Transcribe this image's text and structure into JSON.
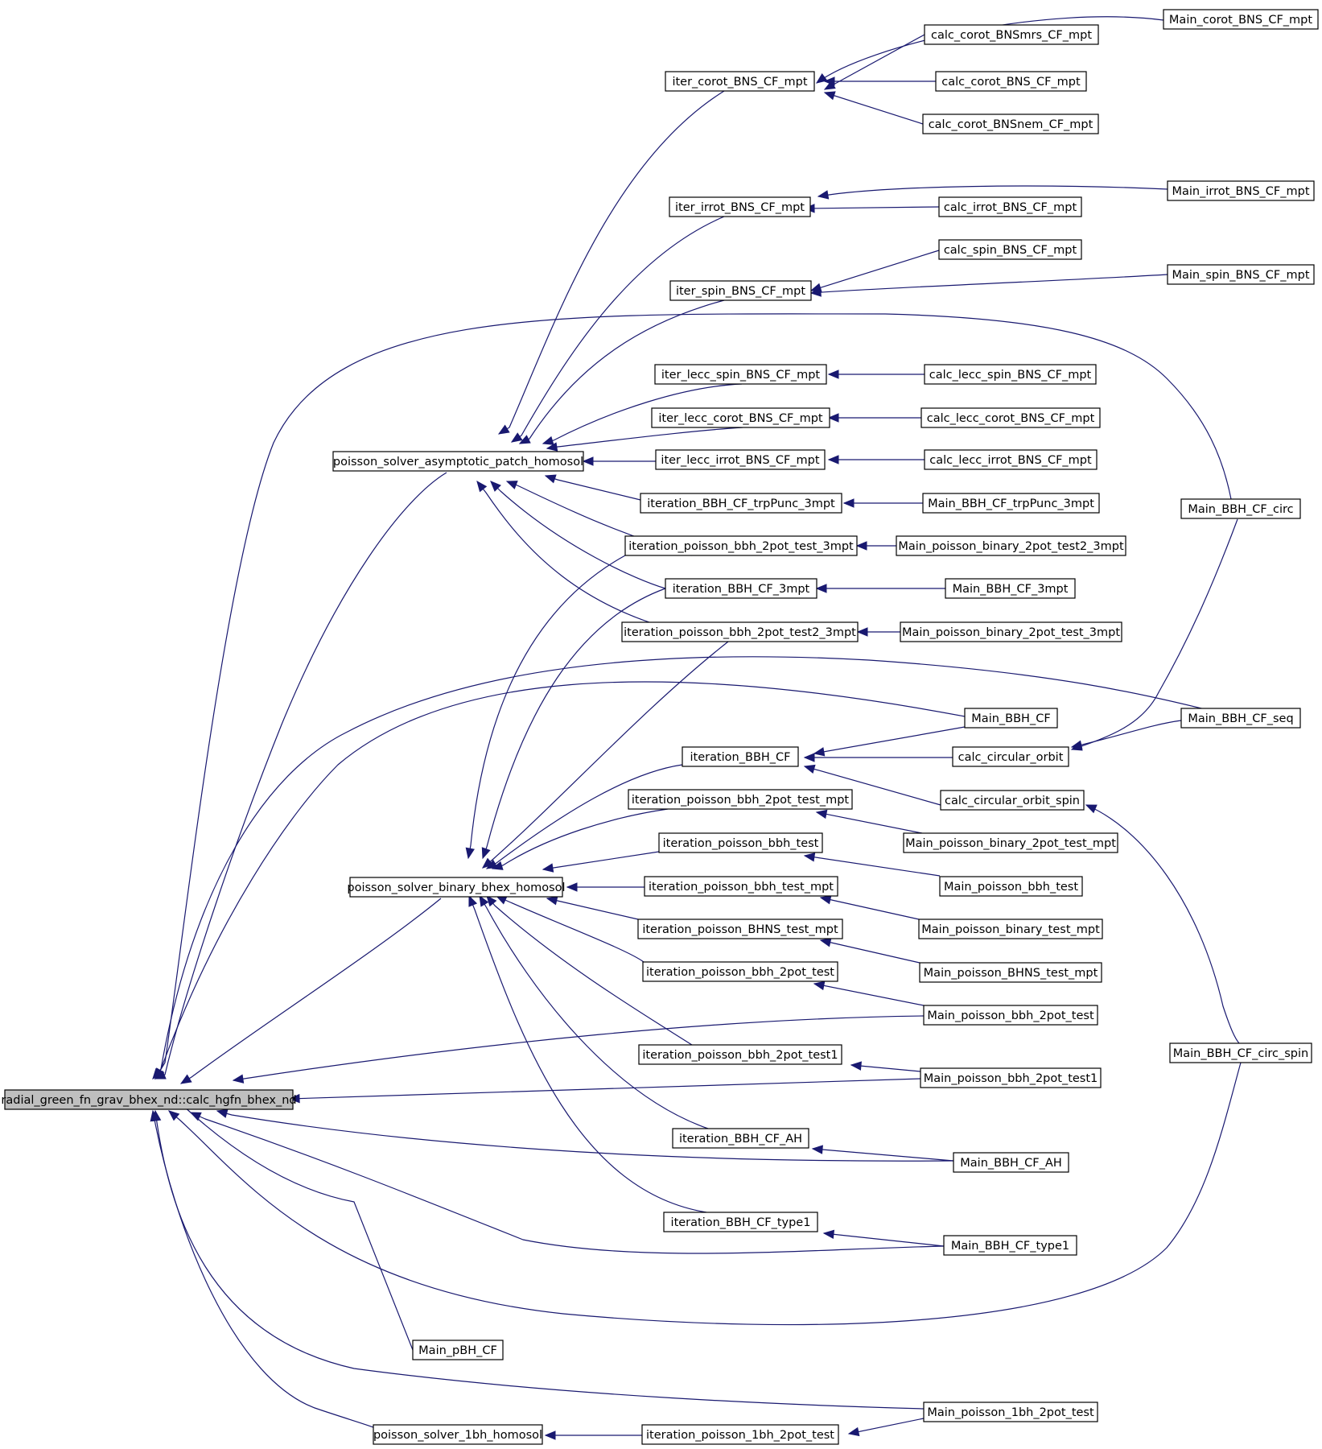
{
  "graph": {
    "colors": {
      "edge": "#191970",
      "node_fill": "#ffffff",
      "root_fill": "#bfbfbf",
      "border": "#000000"
    },
    "nodes": [
      {
        "id": "root",
        "label": "radial_green_fn_grav_bhex_nd::calc_hgfn_bhex_nd",
        "root": true
      },
      {
        "id": "psaph",
        "label": "poisson_solver_asymptotic_patch_homosol"
      },
      {
        "id": "psbbh",
        "label": "poisson_solver_binary_bhex_homosol"
      },
      {
        "id": "ps1bh",
        "label": "poisson_solver_1bh_homosol"
      },
      {
        "id": "icorot",
        "label": "iter_corot_BNS_CF_mpt"
      },
      {
        "id": "iirrot",
        "label": "iter_irrot_BNS_CF_mpt"
      },
      {
        "id": "ispin",
        "label": "iter_spin_BNS_CF_mpt"
      },
      {
        "id": "ileccspin",
        "label": "iter_lecc_spin_BNS_CF_mpt"
      },
      {
        "id": "ilecccorot",
        "label": "iter_lecc_corot_BNS_CF_mpt"
      },
      {
        "id": "ileccirrot",
        "label": "iter_lecc_irrot_BNS_CF_mpt"
      },
      {
        "id": "itrp",
        "label": "iteration_BBH_CF_trpPunc_3mpt"
      },
      {
        "id": "ipb2t3",
        "label": "iteration_poisson_bbh_2pot_test_3mpt"
      },
      {
        "id": "ibbh3",
        "label": "iteration_BBH_CF_3mpt"
      },
      {
        "id": "ipb2t23",
        "label": "iteration_poisson_bbh_2pot_test2_3mpt"
      },
      {
        "id": "ibbhcf",
        "label": "iteration_BBH_CF"
      },
      {
        "id": "ipb2tm",
        "label": "iteration_poisson_bbh_2pot_test_mpt"
      },
      {
        "id": "ipbt",
        "label": "iteration_poisson_bbh_test"
      },
      {
        "id": "ipbtm",
        "label": "iteration_poisson_bbh_test_mpt"
      },
      {
        "id": "ipbhns",
        "label": "iteration_poisson_BHNS_test_mpt"
      },
      {
        "id": "ipb2t",
        "label": "iteration_poisson_bbh_2pot_test"
      },
      {
        "id": "ipb2t1",
        "label": "iteration_poisson_bbh_2pot_test1"
      },
      {
        "id": "iah",
        "label": "iteration_BBH_CF_AH"
      },
      {
        "id": "itype1",
        "label": "iteration_BBH_CF_type1"
      },
      {
        "id": "i1bh2t",
        "label": "iteration_poisson_1bh_2pot_test"
      },
      {
        "id": "ccbsmrs",
        "label": "calc_corot_BNSmrs_CF_mpt"
      },
      {
        "id": "ccb",
        "label": "calc_corot_BNS_CF_mpt"
      },
      {
        "id": "ccbnem",
        "label": "calc_corot_BNSnem_CF_mpt"
      },
      {
        "id": "cib",
        "label": "calc_irrot_BNS_CF_mpt"
      },
      {
        "id": "csb",
        "label": "calc_spin_BNS_CF_mpt"
      },
      {
        "id": "clsb",
        "label": "calc_lecc_spin_BNS_CF_mpt"
      },
      {
        "id": "clcb",
        "label": "calc_lecc_corot_BNS_CF_mpt"
      },
      {
        "id": "clib",
        "label": "calc_lecc_irrot_BNS_CF_mpt"
      },
      {
        "id": "mtrp",
        "label": "Main_BBH_CF_trpPunc_3mpt"
      },
      {
        "id": "mpb2t23",
        "label": "Main_poisson_binary_2pot_test2_3mpt"
      },
      {
        "id": "mbbh3",
        "label": "Main_BBH_CF_3mpt"
      },
      {
        "id": "mpb2t3",
        "label": "Main_poisson_binary_2pot_test_3mpt"
      },
      {
        "id": "mbbhcf",
        "label": "Main_BBH_CF"
      },
      {
        "id": "cco",
        "label": "calc_circular_orbit"
      },
      {
        "id": "ccos",
        "label": "calc_circular_orbit_spin"
      },
      {
        "id": "mpb2tm",
        "label": "Main_poisson_binary_2pot_test_mpt"
      },
      {
        "id": "mpbt",
        "label": "Main_poisson_bbh_test"
      },
      {
        "id": "mpbtm",
        "label": "Main_poisson_binary_test_mpt"
      },
      {
        "id": "mpbhns",
        "label": "Main_poisson_BHNS_test_mpt"
      },
      {
        "id": "mpb2t",
        "label": "Main_poisson_bbh_2pot_test"
      },
      {
        "id": "mpb2t1",
        "label": "Main_poisson_bbh_2pot_test1"
      },
      {
        "id": "mah",
        "label": "Main_BBH_CF_AH"
      },
      {
        "id": "mtype1",
        "label": "Main_BBH_CF_type1"
      },
      {
        "id": "mpbh",
        "label": "Main_pBH_CF"
      },
      {
        "id": "mp1bh",
        "label": "Main_poisson_1bh_2pot_test"
      },
      {
        "id": "mcorot",
        "label": "Main_corot_BNS_CF_mpt"
      },
      {
        "id": "mirrot",
        "label": "Main_irrot_BNS_CF_mpt"
      },
      {
        "id": "mspin",
        "label": "Main_spin_BNS_CF_mpt"
      },
      {
        "id": "mcirc",
        "label": "Main_BBH_CF_circ"
      },
      {
        "id": "mseq",
        "label": "Main_BBH_CF_seq"
      },
      {
        "id": "mcircspin",
        "label": "Main_BBH_CF_circ_spin"
      }
    ]
  }
}
